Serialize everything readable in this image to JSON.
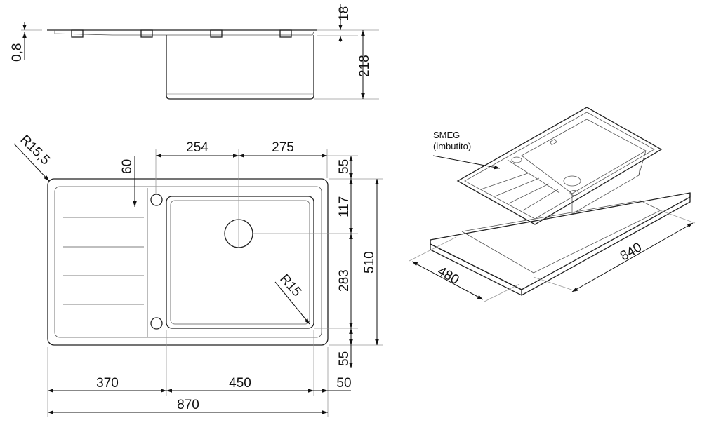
{
  "side_view": {
    "dim_thickness": "0,8",
    "dim_rim": "18",
    "dim_depth": "218"
  },
  "top_view": {
    "dim_corner_radius": "R15,5",
    "dim_hole_offset": "60",
    "dim_left_to_waste": "254",
    "dim_waste_to_right": "275",
    "dim_top_margin": "55",
    "dim_waste_from_top": "117",
    "dim_waste_to_bottom": "283",
    "dim_bottom_margin": "55",
    "dim_total_depth": "510",
    "dim_bowl_radius": "R15",
    "dim_drainer_width": "370",
    "dim_bowl_width": "450",
    "dim_right_margin": "50",
    "dim_total_width": "870"
  },
  "iso_view": {
    "label_brand": "SMEG",
    "label_type": "(imbutito)",
    "dim_cutout_depth": "480",
    "dim_cutout_width": "840"
  }
}
